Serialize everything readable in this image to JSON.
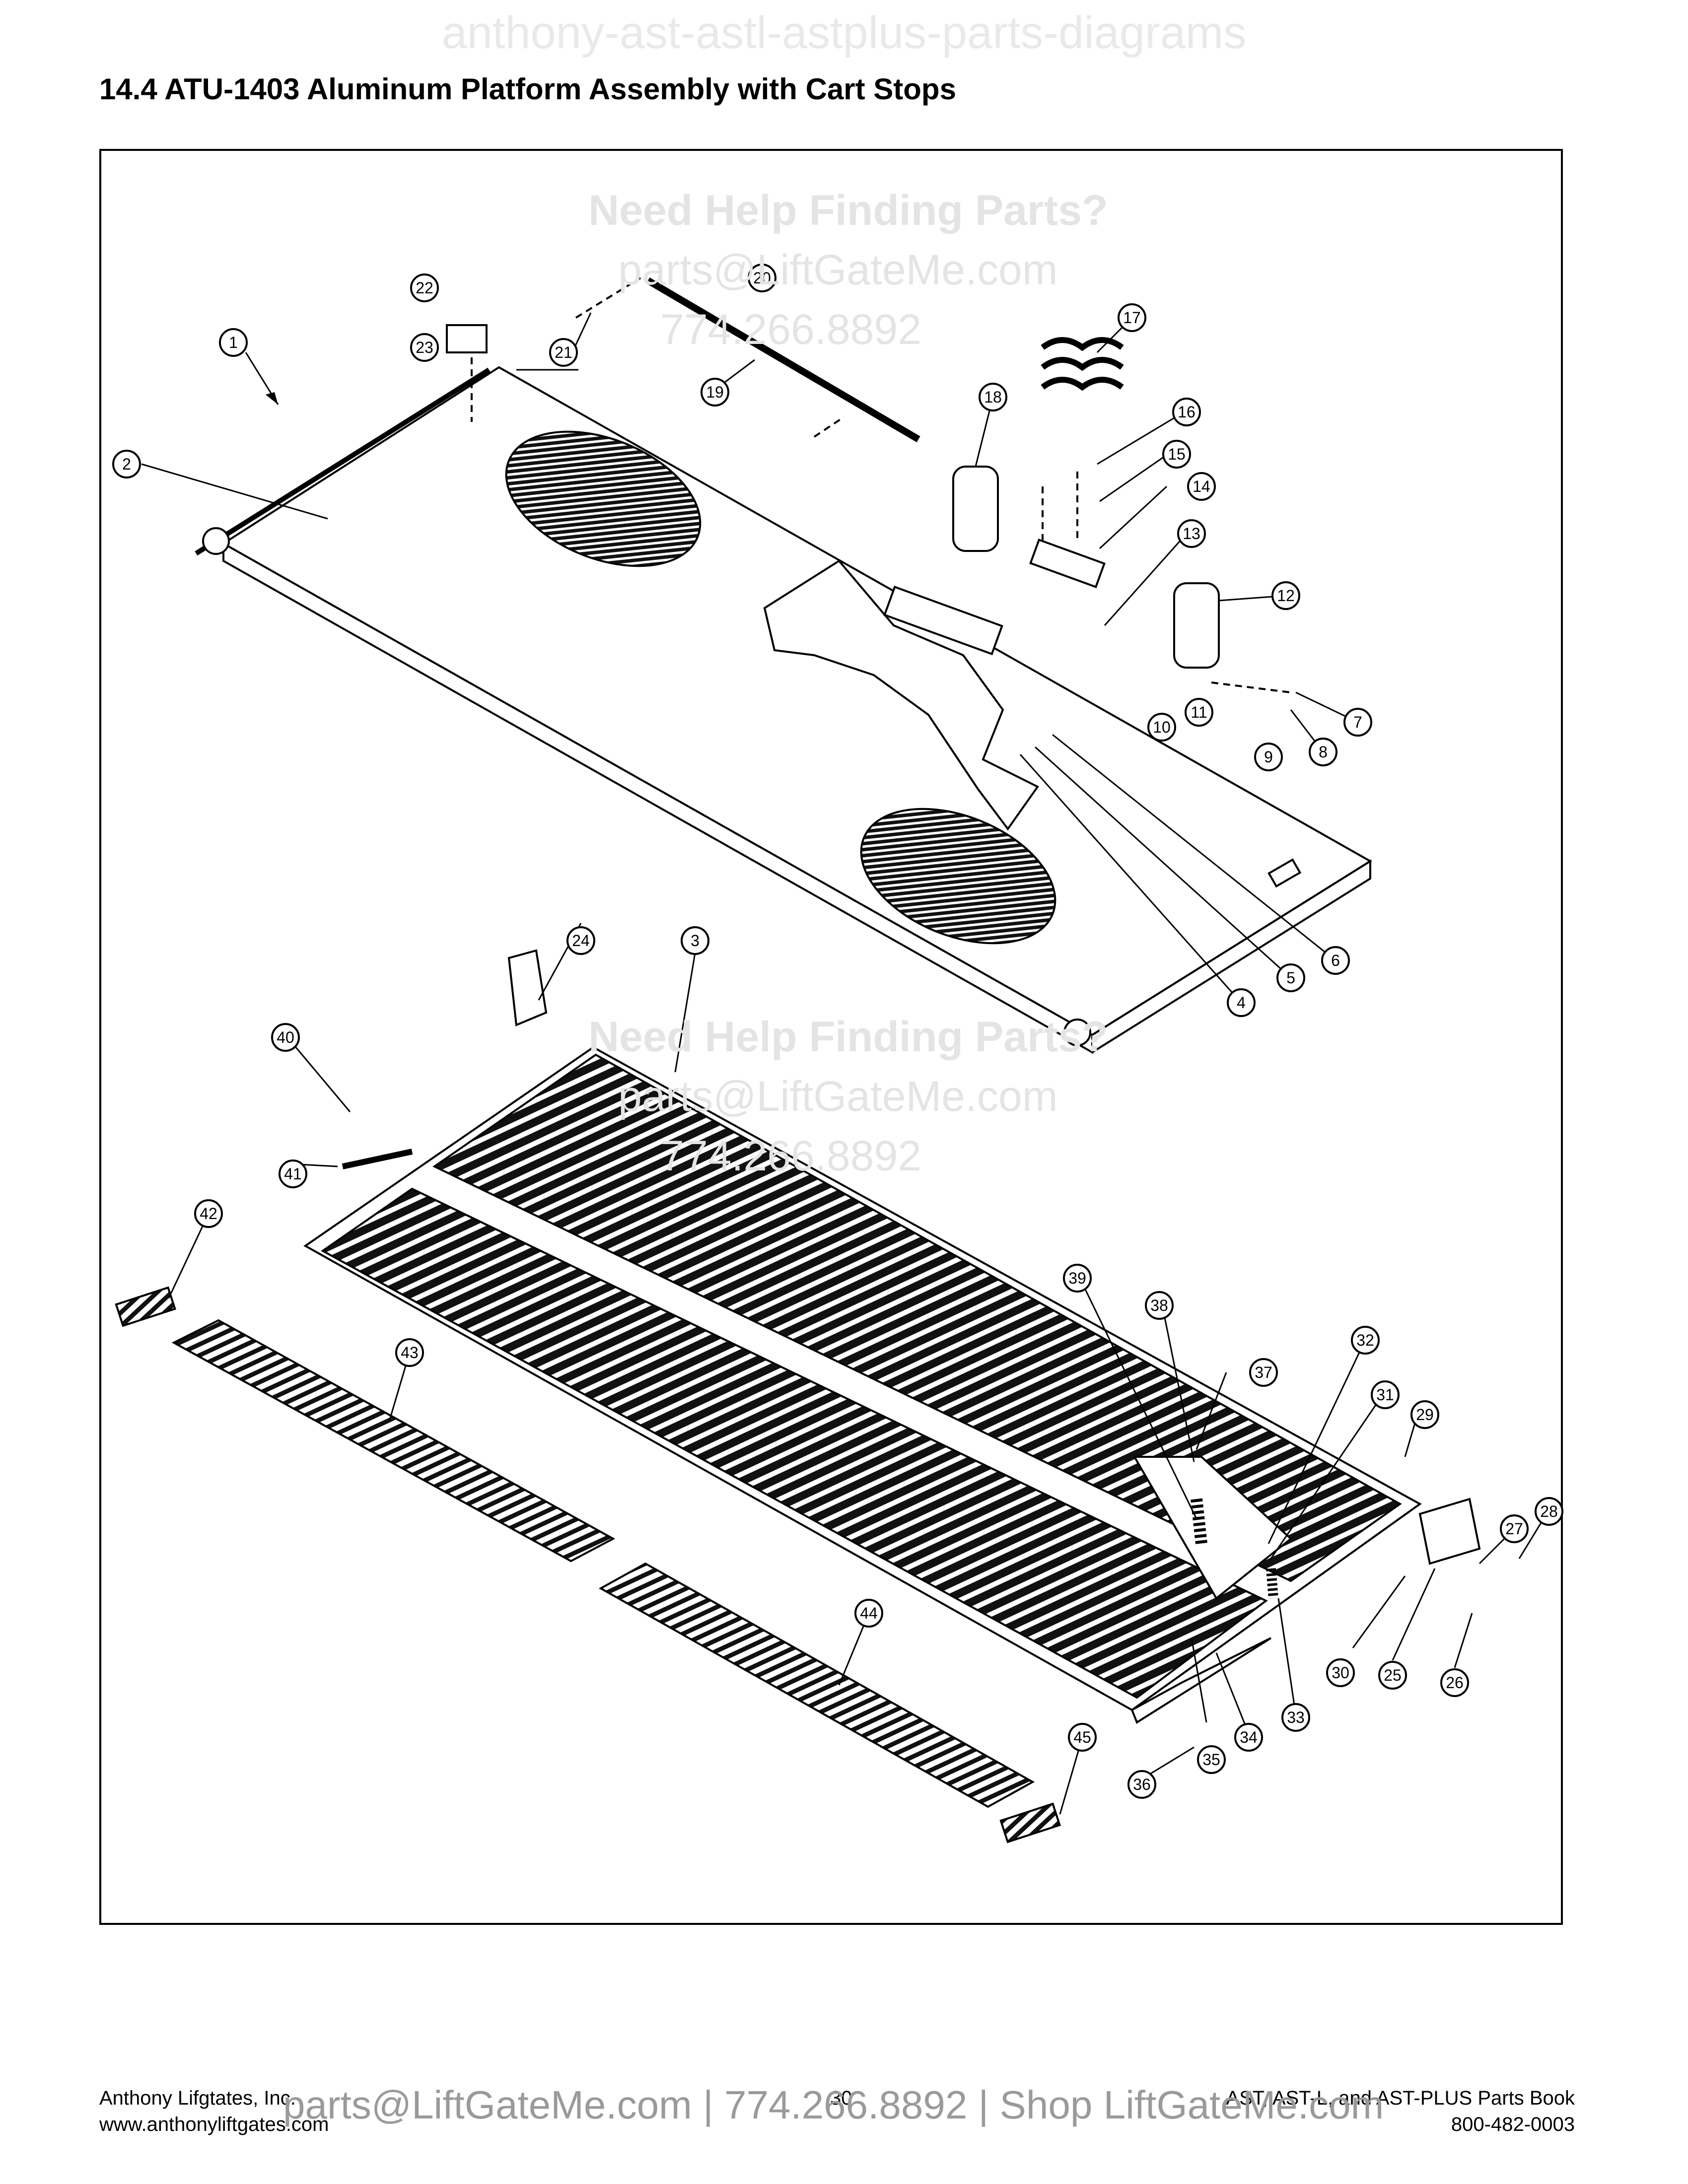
{
  "watermark_top": "anthony-ast-astl-astplus-parts-diagrams",
  "title": "14.4  ATU-1403 Aluminum Platform Assembly with Cart Stops",
  "watermark_overlay": {
    "line1": "Need Help Finding Parts?",
    "line2": "parts@LiftGateMe.com",
    "line3": "774.266.8892"
  },
  "callouts": [
    "1",
    "2",
    "3",
    "4",
    "5",
    "6",
    "7",
    "8",
    "9",
    "10",
    "11",
    "12",
    "13",
    "14",
    "15",
    "16",
    "17",
    "18",
    "19",
    "20",
    "21",
    "22",
    "23",
    "24",
    "25",
    "26",
    "27",
    "28",
    "29",
    "30",
    "31",
    "32",
    "33",
    "34",
    "35",
    "36",
    "37",
    "38",
    "39",
    "40",
    "41",
    "42",
    "43",
    "44",
    "45"
  ],
  "footer": {
    "company": "Anthony Lifgtates, Inc.",
    "website": "www.anthonyliftgates.com",
    "page_number": "30",
    "book_title": "AST, AST-L, and AST-PLUS Parts Book",
    "phone": "800-482-0003",
    "banner": "parts@LiftGateMe.com | 774.266.8892 | Shop LiftGateMe.com"
  },
  "colors": {
    "line": "#000000",
    "watermark": "#e4e4e4",
    "banner": "#9a9a9a"
  }
}
